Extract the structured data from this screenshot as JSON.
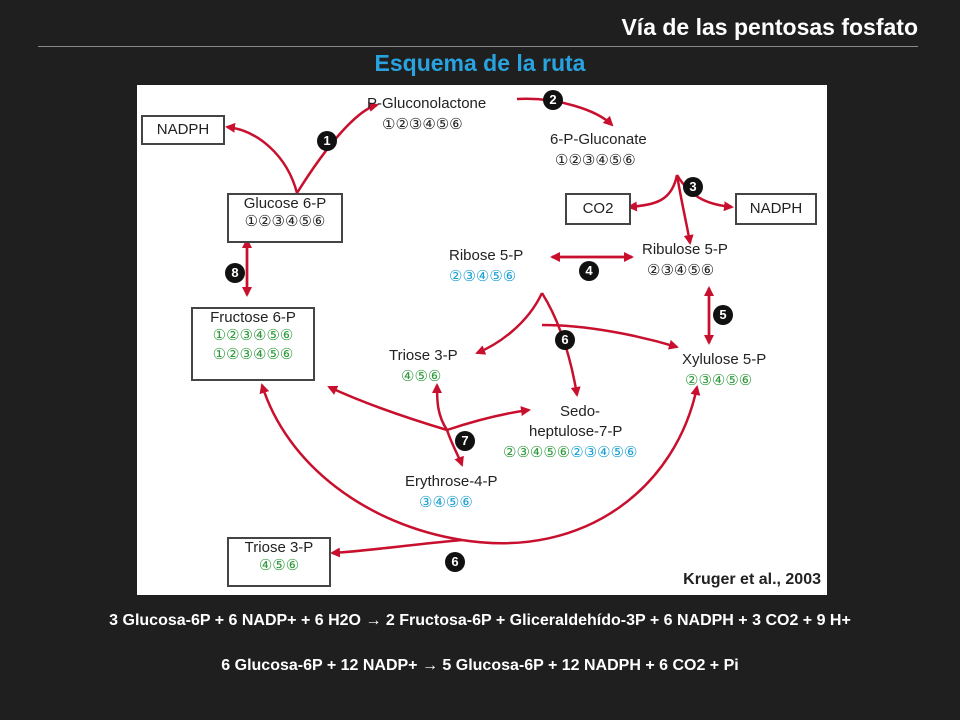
{
  "header": {
    "title": "Vía de las pentosas fosfato",
    "subtitle": "Esquema de la ruta"
  },
  "diagram": {
    "nodes": {
      "nadph_left": "NADPH",
      "p_gluconolactone": "P-Gluconolactone",
      "six_p_gluconate": "6-P-Gluconate",
      "co2": "CO2",
      "nadph_right": "NADPH",
      "glucose_6p": "Glucose 6-P",
      "ribose_5p": "Ribose 5-P",
      "ribulose_5p": "Ribulose 5-P",
      "fructose_6p": "Fructose 6-P",
      "triose_3p_mid": "Triose 3-P",
      "xylulose_5p": "Xylulose 5-P",
      "sedoheptulose_line1": "Sedo-",
      "sedoheptulose_line2": "heptulose-7-P",
      "erythrose_4p": "Erythrose-4-P",
      "triose_3p_box": "Triose 3-P"
    },
    "carbons": {
      "six": "①②③④⑤⑥",
      "five": "②③④⑤⑥",
      "three": "④⑤⑥",
      "four": "③④⑤⑥"
    },
    "steps": [
      "1",
      "2",
      "3",
      "4",
      "5",
      "6",
      "7",
      "8",
      "6"
    ],
    "citation": "Kruger et al., 2003"
  },
  "equations": {
    "eq1": "3 Glucosa-6P + 6 NADP+ + 6 H2O → 2 Fructosa-6P + Gliceraldehído-3P + 6 NADPH + 3 CO2 + 9 H+",
    "eq2": "6 Glucosa-6P + 12 NADP+ → 5 Glucosa-6P + 12 NADPH + 6 CO2 + Pi"
  },
  "colors": {
    "arrow": "#c8102e",
    "subtitle": "#29a3e0",
    "blue_carbon": "#1a9fd0",
    "green_carbon": "#2e9a3b"
  }
}
